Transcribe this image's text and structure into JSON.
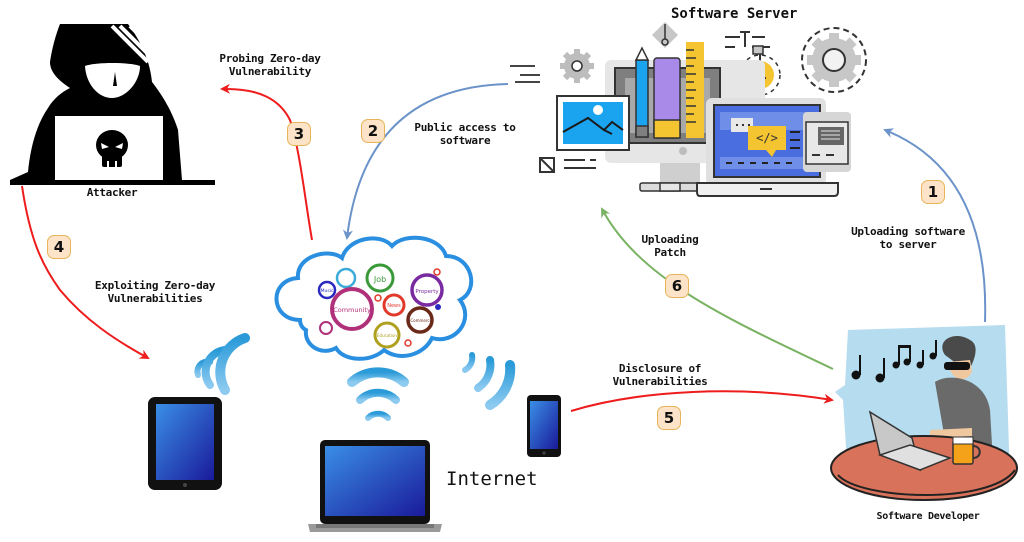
{
  "diagram": {
    "title": "Zero-day vulnerability lifecycle",
    "nodes": {
      "attacker": {
        "label": "Attacker"
      },
      "server": {
        "label": "Software Server"
      },
      "developer": {
        "label": "Software Developer"
      },
      "internet": {
        "label": "Internet"
      }
    },
    "cloud_tags": [
      "Job",
      "Music",
      "Community",
      "News",
      "Property",
      "Education",
      "eCommerce"
    ],
    "steps": [
      {
        "number": "1",
        "label": "Uploading software\nto server",
        "color": "#6b93c9"
      },
      {
        "number": "2",
        "label": "Public access to\nsoftware",
        "color": "#6b93c9"
      },
      {
        "number": "3",
        "label": "Probing Zero-day\nVulnerability",
        "color": "#ee1c1c"
      },
      {
        "number": "4",
        "label": "Exploiting Zero-day\nVulnerabilities",
        "color": "#ee1c1c"
      },
      {
        "number": "5",
        "label": "Disclosure of\nVulnerabilities",
        "color": "#ee1c1c"
      },
      {
        "number": "6",
        "label": "Uploading\nPatch",
        "color": "#7ab263"
      }
    ]
  }
}
